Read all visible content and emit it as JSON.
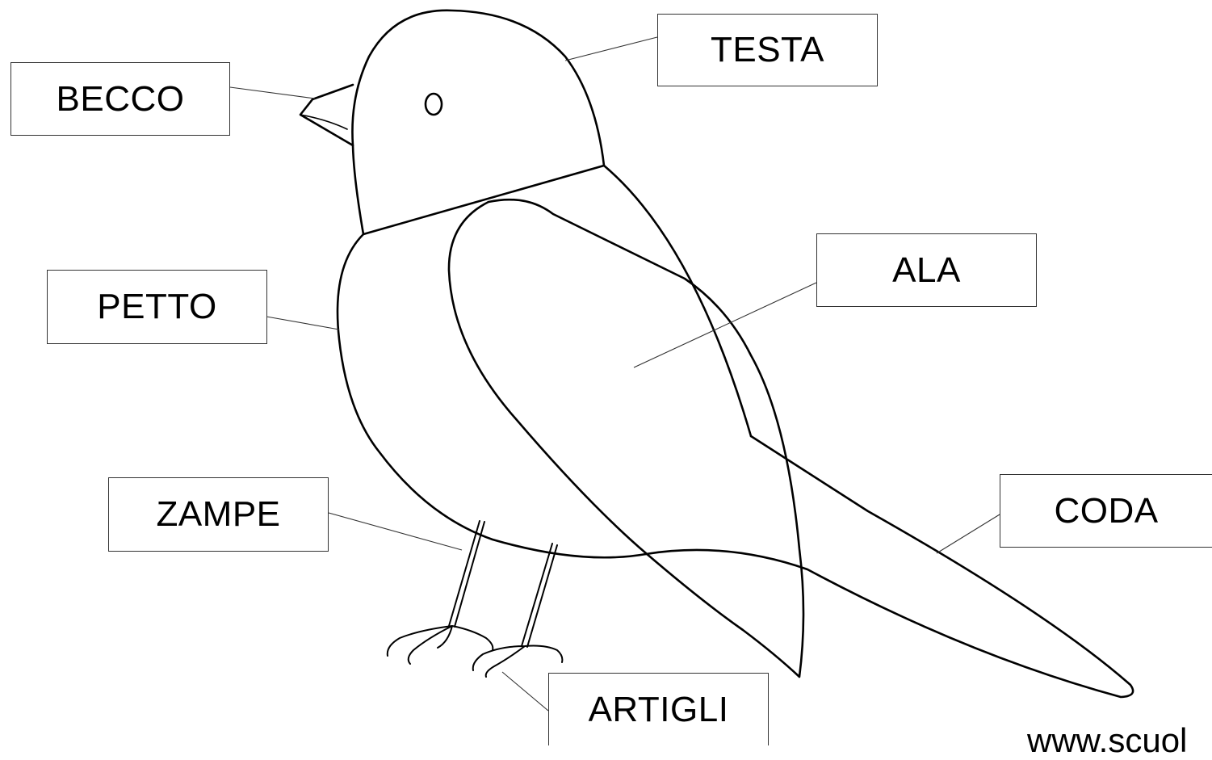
{
  "labels": {
    "becco": "BECCO",
    "testa": "TESTA",
    "petto": "PETTO",
    "ala": "ALA",
    "zampe": "ZAMPE",
    "coda": "CODA",
    "artigli": "ARTIGLI"
  },
  "watermark": "www.scuol",
  "colors": {
    "line": "#000000",
    "box_border": "#333333",
    "background": "#ffffff"
  }
}
